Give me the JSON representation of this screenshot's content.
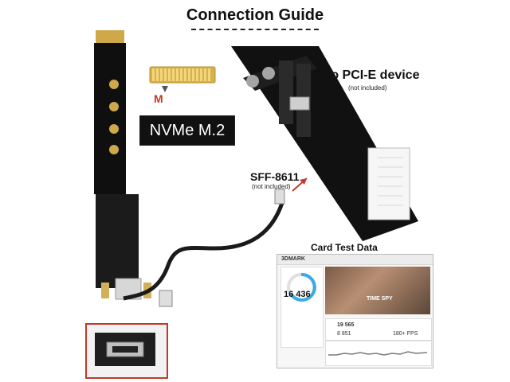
{
  "header": {
    "title": "Connection Guide"
  },
  "labels": {
    "m_key": "M",
    "nvme": "NVMe M.2",
    "pcie_device": "to PCI-E device",
    "pcie_note": "(not included)",
    "sff": "SFF-8611",
    "sff_note": "(not included)",
    "card_test": "Card Test Data"
  },
  "screen": {
    "brand": "3DMARK",
    "score": "16 436",
    "time_spy": "TIME SPY",
    "left_result": "19 565",
    "left_sub": "8 851",
    "fps": "180+ FPS"
  },
  "colors": {
    "cable": "#1a1a1a",
    "pcb": "#111111",
    "connector_gold": "#d6b24d",
    "accent_red": "#c0392b"
  }
}
